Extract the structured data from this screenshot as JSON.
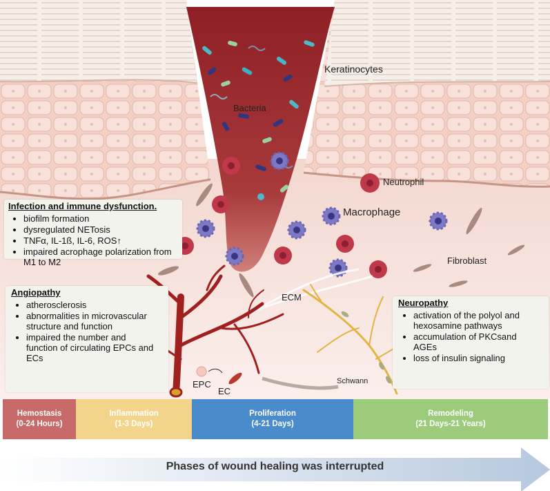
{
  "labels": {
    "keratinocytes": "Keratinocytes",
    "bacteria": "Bacteria",
    "neutrophil": "Neutrophil",
    "macrophage": "Macrophage",
    "fibroblast": "Fibroblast",
    "ecm": "ECM",
    "epc": "EPC",
    "ec": "EC",
    "schwann": "Schwann"
  },
  "boxes": {
    "infection": {
      "title": "Infection and immune dysfunction.",
      "items": [
        "biofilm formation",
        "dysregulated NETosis",
        "TNFα, IL-1ß, IL-6, ROS↑",
        "impaired acrophage polarization from  M1 to M2"
      ]
    },
    "angiopathy": {
      "title": "Angiopathy",
      "items": [
        "atherosclerosis",
        "abnormalities in microvascular structure and function",
        "impaired the number and function of circulating EPCs and ECs"
      ]
    },
    "neuropathy": {
      "title": "Neuropathy",
      "items": [
        "activation of the polyol and hexosamine pathways",
        "accumulation of PKCsand AGEs",
        "loss of insulin signaling"
      ]
    }
  },
  "phases": [
    {
      "name": "Hemostasis",
      "duration": "(0-24 Hours)",
      "color": "#c96a6a"
    },
    {
      "name": "Inflammation",
      "duration": "(1-3 Days)",
      "color": "#f2d58b"
    },
    {
      "name": "Proliferation",
      "duration": "(4-21 Days)",
      "color": "#4a8ccb"
    },
    {
      "name": "Remodeling",
      "duration": "(21 Days-21 Years)",
      "color": "#9ccb7c"
    }
  ],
  "arrow_label": "Phases of wound healing was interrupted",
  "colors": {
    "skin": "#f1d3c8",
    "dermis": "#f6e2dd",
    "wound": "#9a2a2c",
    "neutrophil": "#c0394b",
    "macrophage": "#7d79c4",
    "vessel": "#a02020",
    "nerve": "#e1b445"
  }
}
